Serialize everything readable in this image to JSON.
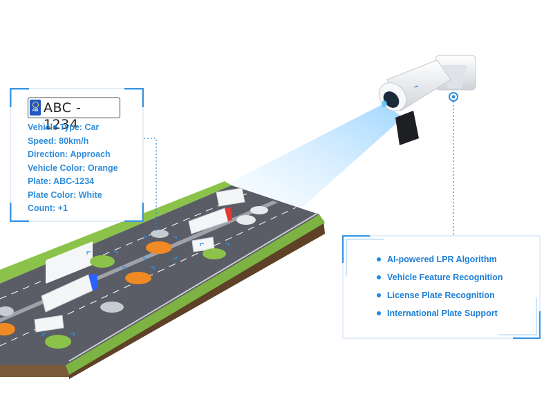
{
  "info_panel": {
    "plate_text": "ABC - 1234",
    "plate_badge": "AB",
    "fields": [
      "Vehicle Type: Car",
      "Speed: 80km/h",
      "Direction: Approach",
      "Vehicle Color: Orange",
      "Plate: ABC-1234",
      "Plate Color: White",
      "Count: +1"
    ]
  },
  "features": [
    "AI-powered LPR Algorithm",
    "Vehicle Feature Recognition",
    "License Plate Recognition",
    "International Plate Support"
  ],
  "icons": [
    "bullet-dot-icon",
    "plate-region-badge-icon",
    "bullet-camera-icon"
  ],
  "colors": {
    "accent_blue": "#2f8ddb",
    "feature_text": "#1e7fd6",
    "road_asphalt": "#5a5c66",
    "grass": "#7cb342",
    "camera_body": "#eef0f3"
  }
}
